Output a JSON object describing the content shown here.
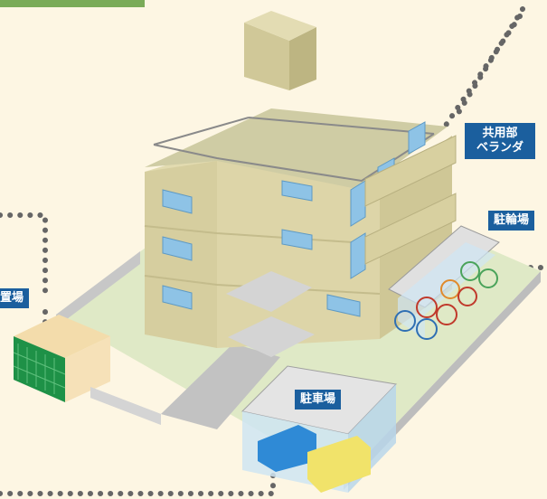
{
  "labels": {
    "veranda_line1": "共用部",
    "veranda_line2": "ベランダ",
    "bicycle_parking": "駐輪場",
    "trash_storage": "置場",
    "parking": "駐車場"
  },
  "colors": {
    "background": "#fdf6e3",
    "label_bg": "#1b5f9e",
    "label_text": "#ffffff",
    "ground": "#dfe9c6",
    "building": "#dcd5a8",
    "window": "#7fb8e0",
    "dots": "#666666",
    "green_bar": "#7aab58"
  }
}
